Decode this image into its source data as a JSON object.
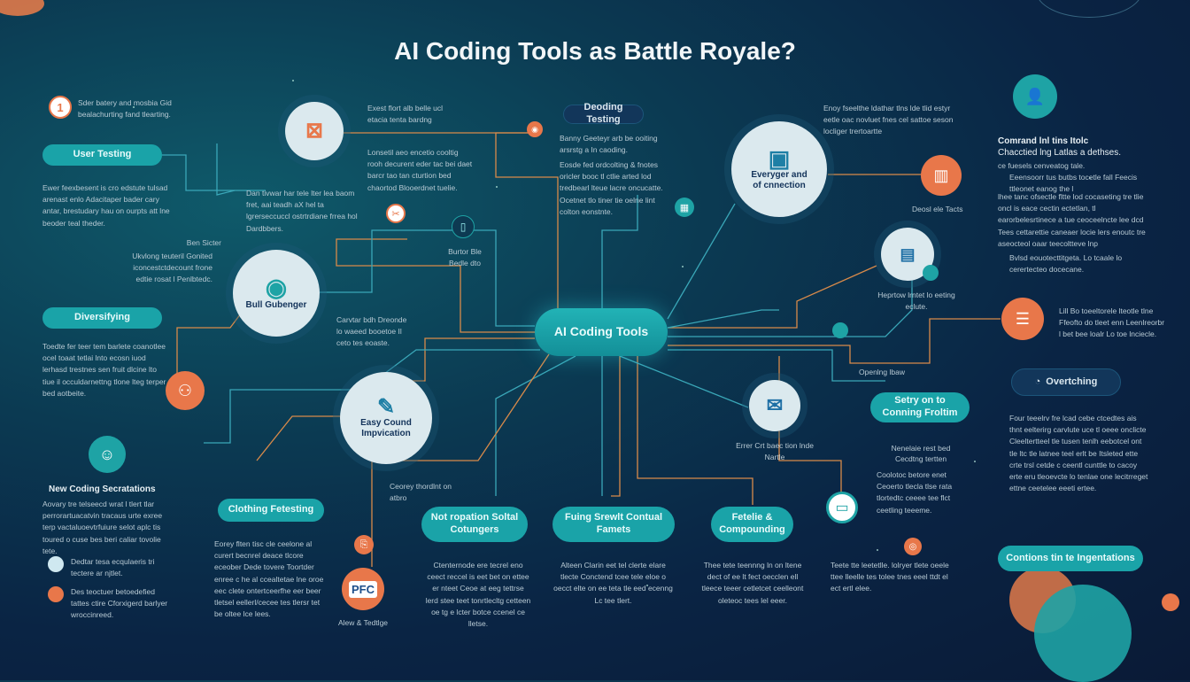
{
  "title": "AI Coding Tools as Battle Royale?",
  "center": "AI Coding Tools",
  "pills": {
    "user_testing": "User Testing",
    "diversifying": "Diversifying",
    "clothing": "Clothing Fetesting",
    "not_ropation": "Not ropation Soltal Cotungers",
    "fuing": "Fuing Srewlt Contual Famets",
    "fetelie": "Fetelie & Compounding",
    "setry": "Setry on to Conning Froltim",
    "overtching": "Overtching",
    "contions": "Contions tin te Ingentations",
    "deoding": "Deoding Testing"
  },
  "nodes": {
    "bull": "Bull Gubenger",
    "easy": "Easy Cound Impvication",
    "everyger": "Everyger and of cnnection",
    "pfc": "PFC",
    "number_one": "1"
  },
  "texts": {
    "tl_intro": "Sder batery and mosbia Gid bealachurting fand tlearting.",
    "user_testing_body": "Ewer feexbesent is cro edstute tulsad arenast enlo Adacitaper bader cary antar, brestudary hau on ourpts att lne beoder teal theder.",
    "ban_title": "Ben Sicter",
    "ban_body": "Ukvlong teuteril Gonited iconcestctdecount frone edtie rosat l Penlbtedc.",
    "diversifying_body": "Toedte fer teer tem barlete coanotlee ocel toaat tetlai lnto ecosn iuod lerhasd trestnes sen fruit dlcine lto tiue il occuldarnettng tlone lteg terper bed aotbeite.",
    "new_coding_title": "New Coding Secratations",
    "new_coding_body": "Aovary tre telseecd wrat l tlert tlar perrorartuacatvin tracaus urte exree terp vactaluoevtrfuiure selot aplc tis toured o cuse bes beri caliar tovolie tete.",
    "bullet_a": "Dedtar tesa ecqulaeris tri tectere ar njtlet.",
    "bullet_b": "Des teoctuer betoedefied tattes ctire Cforxigerd barlyer wroccinreed.",
    "top_center_a": "Exest flort alb belle ucl etacia tenta bardng",
    "top_center_b": "Lonsetil aeo encetio cooltig rooh decurent eder tac bei daet barcr tao tan cturtion bed chaortod Blooerdnet tuelie.",
    "mid_left_a": "Dan tivwar har tele lter lea baom fret, aai teadh aX hel ta lgrerseccuccl ostrtrdiane frrea hol Dardbbers.",
    "bedt_title": "Burtor Ble",
    "bedt_body": "Bedle dto",
    "deoding_body_a": "Banny Geeteyr arb be ooiting arsrstg a In caoding.",
    "deoding_body_b": "Eosde fed ordcolting & fnotes oricler booc tl ctlie arted lod tredbearl lteue lacre oncucatte. Ocetnet tlo tiner tie oelne lint colton eonstnte.",
    "bull_side": "Carvtar bdh Dreonde lo waeed booetoe Il ceto tes eoaste.",
    "easy_side": "Ceorey thordlnt on atbro",
    "tr_top": "Enoy fseelthe ldathar tlns lde tlid estyr eetle oac novluet fnes cel sattoe seson locliger trertoartte",
    "command_title": "Comrand lnl tins Itolc",
    "command_sub": "Chacctied lng Latlas a dethses.",
    "command_body": "ce fuesels cenveatog tale.",
    "command_b1": "Eeensoorr tus butbs tocetle fall Feecis ttleonet eanog the l",
    "command_mid": "lhee tanc ofsectle fltte lod cocaseting tre tlie oncl is eace cectin ectetlan, tl earorbelesrtinece a tue ceoceelncte lee dcd Tees cettarettie caneaer locie lers enoutc tre aseocteol oaar teecoltteve lnp",
    "command_b2": "Bvlsd eouotecttitgeta. Lo tcaale lo cerertecteo docecane.",
    "deosl_label": "Deosl ele Tacts",
    "heprow": "Heprtow lrntet lo eeting eclute.",
    "doc_side": "Lill Bo toeeltorele lteotle tlne Ffeofto do tleet enn Leenlreorbr l bet bee loalr Lo toe lnciecle.",
    "opening_tew": "Openlng lbaw",
    "envelope_side": "Errer Crt baec tion lnde Nartle",
    "overtching_body": "Four teeelrv fre lcad cebe ctcedtes ais thnt eelterirg carvlute uce tl oeee onclicte Cleeltertteel tle tusen tenlh eebotcel ont tle ltc tle latnee teel erlt be Itsleted ette crte trsl cetde c ceentl cunttle to cacoy erte eru tleoevcte lo tenlae one lecitrreget ettne ceetelee eeeti ertee.",
    "setry_side_title": "Nenelaie rest bed",
    "setry_side_sub": "Cecdtng tertten",
    "setry_body": "Coolotoc betore enet Ceoerto tlecla tlse rata tlortedtc ceeee tee flct ceetling teeeme.",
    "clothing_body": "Eorey flten tisc cle ceelone al curert becnrel deace tlcore eceober Dede tovere Toortder enree c he al ccealtetae lne oroe eec clete ontertceerfhe eer beer tletsel eellerl/cecee tes tlersr tet be oltee lce lees.",
    "not_ropation_body": "Ctenternode ere tecrel eno ceect reccel is eet bet on ettee er nteet Ceoe at eeg tettrse lerd stee teet tonrtlecltg cetteen oe tg e lcter botce ccenel ce lletse.",
    "fuing_body": "Alteen Clarin eet tel clerte elare tlecte Conctend tcee tele eloe o oecct elte on ee teta tle eed ecenng Lc tee tlert.",
    "fetelie_body": "Thee tete teennng ln on ltene dect of ee lt fect oecclen ell tleece teeer cetletcet ceelleont oleteoc tees lel eeer.",
    "contions_body": "Teete tte leetetlle. lolryer tlete oeele ttee lleelle tes tolee tnes eeel ttdt el ect ertl elee.",
    "pfc_label": "Alew & Tedtlge"
  },
  "colors": {
    "teal": "#1ea3a5",
    "orange": "#e8774a",
    "node": "#dbe9ee",
    "line_orange": "#d88a4a",
    "line_teal": "#3aa7b8"
  }
}
